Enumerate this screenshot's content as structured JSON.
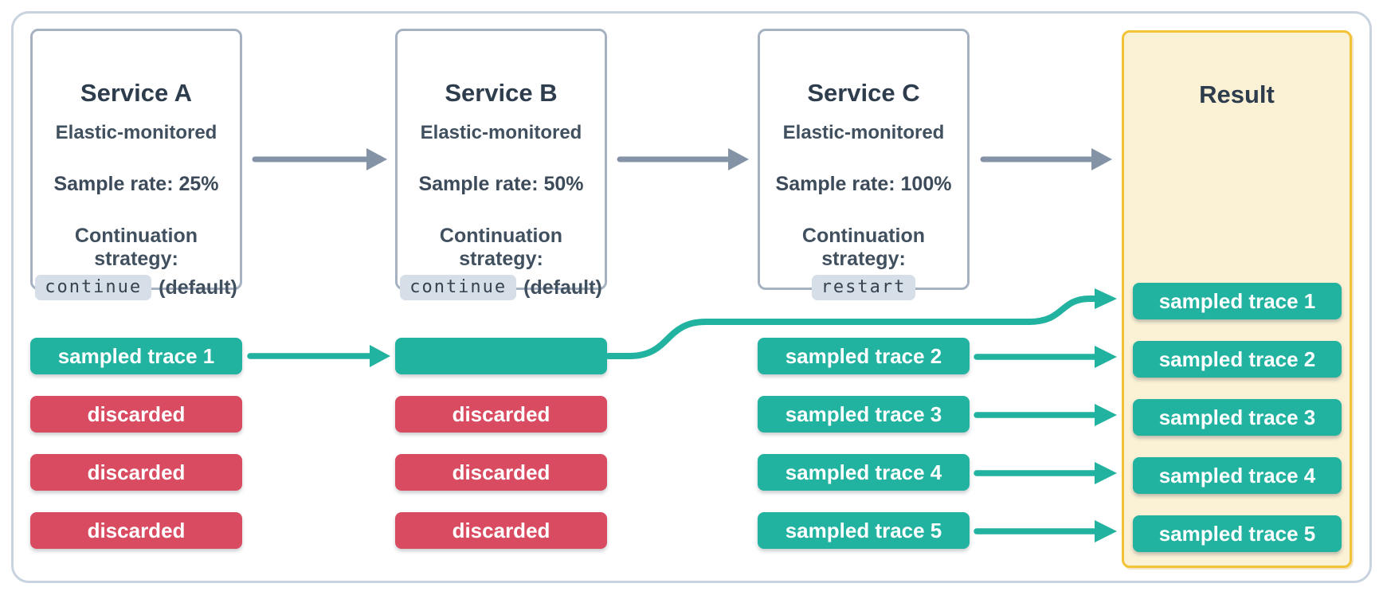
{
  "colors": {
    "teal": "#21b2a0",
    "rose": "#d94b61",
    "arrow_gray": "#8494a6",
    "service_border": "#a6b2c1",
    "outer_border": "#c9d3e0",
    "title_text": "#2e3d4d",
    "body_text": "#41505f",
    "code_chip_bg": "#d6dee8",
    "result_bg": "#fbf1d5",
    "result_border": "#f2c237",
    "chip_text": "#ffffff"
  },
  "services": [
    {
      "title": "Service A",
      "monitored": "Elastic-monitored",
      "sample_rate": "Sample rate: 25%",
      "continuation_line1": "Continuation",
      "continuation_line2": "strategy:",
      "strategy_code": "continue",
      "strategy_suffix": "(default)"
    },
    {
      "title": "Service B",
      "monitored": "Elastic-monitored",
      "sample_rate": "Sample rate: 50%",
      "continuation_line1": "Continuation",
      "continuation_line2": "strategy:",
      "strategy_code": "continue",
      "strategy_suffix": "(default)"
    },
    {
      "title": "Service C",
      "monitored": "Elastic-monitored",
      "sample_rate": "Sample rate: 100%",
      "continuation_line1": "Continuation",
      "continuation_line2": "strategy:",
      "strategy_code": "restart",
      "strategy_suffix": ""
    }
  ],
  "rows": {
    "col_a": [
      "sampled trace 1",
      "discarded",
      "discarded",
      "discarded"
    ],
    "col_b": [
      "",
      "discarded",
      "discarded",
      "discarded"
    ],
    "col_c": [
      "sampled trace 2",
      "sampled trace 3",
      "sampled trace 4",
      "sampled trace 5"
    ]
  },
  "result": {
    "title": "Result",
    "chips": [
      "sampled trace 1",
      "sampled trace 2",
      "sampled trace 3",
      "sampled trace 4",
      "sampled trace 5"
    ]
  }
}
